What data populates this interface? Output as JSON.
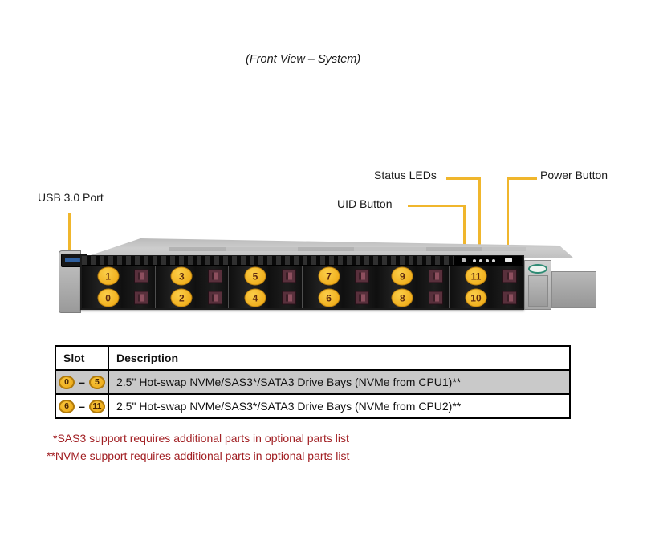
{
  "title": "(Front View – System)",
  "callouts": {
    "usb": "USB 3.0 Port",
    "status_leds": "Status LEDs",
    "uid": "UID Button",
    "power": "Power Button"
  },
  "server": {
    "top_row_slots": [
      "1",
      "3",
      "5",
      "7",
      "9",
      "11"
    ],
    "bottom_row_slots": [
      "0",
      "2",
      "4",
      "6",
      "8",
      "10"
    ]
  },
  "table": {
    "columns": [
      "Slot",
      "Description"
    ],
    "rows": [
      {
        "slot_from": "0",
        "slot_to": "5",
        "range_dash": "–",
        "description": "2.5\" Hot-swap NVMe/SAS3*/SATA3 Drive Bays (NVMe from CPU1)**",
        "shaded": true
      },
      {
        "slot_from": "6",
        "slot_to": "11",
        "range_dash": "–",
        "description": "2.5\" Hot-swap NVMe/SAS3*/SATA3 Drive Bays (NVMe from CPU2)**",
        "shaded": false
      }
    ]
  },
  "footnotes": [
    "*SAS3 support requires additional parts in optional parts list",
    "**NVMe support requires additional parts in optional parts list"
  ],
  "colors": {
    "callout_line": "#F0B62C",
    "badge_fill": "#F0AE1C",
    "badge_ring": "#B07A0B",
    "shaded_row": "#C9C9C9",
    "footnote_red": "#A11E22"
  }
}
